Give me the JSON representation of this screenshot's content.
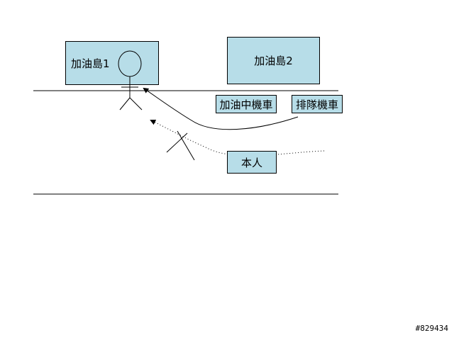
{
  "labels": {
    "island1": "加油島1",
    "island2": "加油島2",
    "fueling_scooter": "加油中機車",
    "queue_scooter": "排隊機車",
    "self": "本人"
  },
  "watermark": "#829434",
  "colors": {
    "box_fill": "#b7dde8",
    "line": "#000000",
    "background": "#ffffff"
  }
}
